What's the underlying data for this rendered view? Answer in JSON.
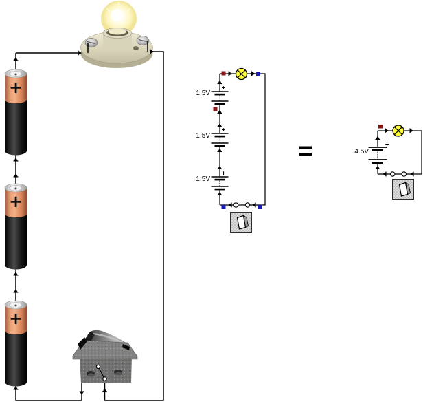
{
  "colors": {
    "background": "#ffffff",
    "wire": "#000000",
    "lamp_yellow": "#ffff33",
    "node_red": "#8b1515",
    "node_blue": "#1a1ab4",
    "battery_orange": "#e09468",
    "battery_body": "#161616",
    "socket_cream": "#d9d5bb",
    "switch_gray": "#7a7a7a"
  },
  "symbols": {
    "plus": "+"
  },
  "pictorial_circuit": {
    "batteries": [
      {
        "icon": "aa-battery",
        "polarity": "+"
      },
      {
        "icon": "aa-battery",
        "polarity": "+"
      },
      {
        "icon": "aa-battery",
        "polarity": "+"
      }
    ],
    "bulb_icon": "lit-light-bulb-in-socket",
    "switch_icon": "rocker-switch-closed"
  },
  "series_schematic": {
    "cells": [
      {
        "label": "1.5V",
        "polarity": "+"
      },
      {
        "label": "1.5V",
        "polarity": "+"
      },
      {
        "label": "1.5V",
        "polarity": "+"
      }
    ],
    "lamp_icon": "lamp-symbol",
    "switch_icon": "switch-toggle-button"
  },
  "equals_sign": "=",
  "equivalent_schematic": {
    "cells": [
      {
        "label": "4.5V",
        "polarity": "+"
      }
    ],
    "lamp_icon": "lamp-symbol",
    "switch_icon": "switch-toggle-button"
  }
}
